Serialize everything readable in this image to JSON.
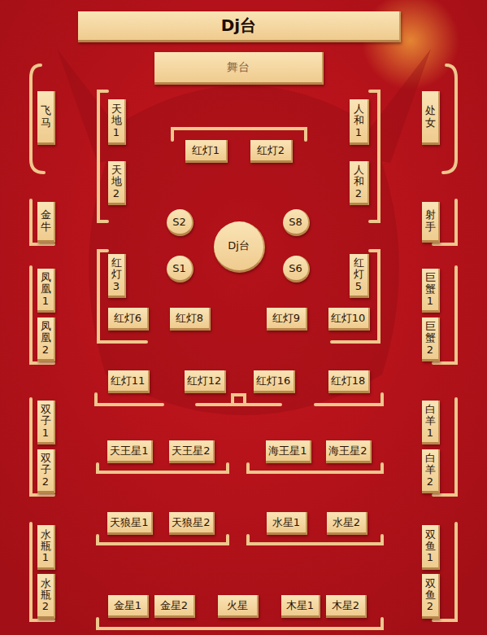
{
  "diagram": {
    "nodes": [
      {
        "text": [
          "Dj台"
        ]
      },
      {
        "text": [
          "舞台"
        ]
      },
      {
        "text": [
          "飞马"
        ]
      },
      {
        "text": [
          "天地1"
        ]
      },
      {
        "text": [
          "人和1"
        ]
      },
      {
        "text": [
          "处女"
        ]
      },
      {
        "text": [
          "红灯1"
        ]
      },
      {
        "text": [
          "红灯2"
        ]
      },
      {
        "text": [
          "天地2"
        ]
      },
      {
        "text": [
          "人和2"
        ]
      },
      {
        "text": [
          "金牛"
        ]
      },
      {
        "text": [
          "S2"
        ]
      },
      {
        "text": [
          "S8"
        ]
      },
      {
        "text": [
          "射手"
        ]
      },
      {
        "text": [
          "Dj台"
        ]
      },
      {
        "text": [
          "红灯3"
        ]
      },
      {
        "text": [
          "S1"
        ]
      },
      {
        "text": [
          "S6"
        ]
      },
      {
        "text": [
          "红灯5"
        ]
      },
      {
        "text": [
          "凤凰1"
        ]
      },
      {
        "text": [
          "巨蟹1"
        ]
      },
      {
        "text": [
          "红灯6"
        ]
      },
      {
        "text": [
          "红灯8"
        ]
      },
      {
        "text": [
          "红灯9"
        ]
      },
      {
        "text": [
          "红灯10"
        ]
      },
      {
        "text": [
          "凤凰2"
        ]
      },
      {
        "text": [
          "巨蟹2"
        ]
      },
      {
        "text": [
          "红灯11"
        ]
      },
      {
        "text": [
          "红灯12"
        ]
      },
      {
        "text": [
          "红灯16"
        ]
      },
      {
        "text": [
          "红灯18"
        ]
      },
      {
        "text": [
          "双子1"
        ]
      },
      {
        "text": [
          "白羊1"
        ]
      },
      {
        "text": [
          "天王星1"
        ]
      },
      {
        "text": [
          "天王星2"
        ]
      },
      {
        "text": [
          "海王星1"
        ]
      },
      {
        "text": [
          "海王星2"
        ]
      },
      {
        "text": [
          "双子2"
        ]
      },
      {
        "text": [
          "白羊2"
        ]
      },
      {
        "text": [
          "天狼星1"
        ]
      },
      {
        "text": [
          "天狼星2"
        ]
      },
      {
        "text": [
          "水星1"
        ]
      },
      {
        "text": [
          "水星2"
        ]
      },
      {
        "text": [
          "水瓶1"
        ]
      },
      {
        "text": [
          "双鱼1"
        ]
      },
      {
        "text": [
          "水瓶2"
        ]
      },
      {
        "text": [
          "双鱼2"
        ]
      },
      {
        "text": [
          "金星1"
        ]
      },
      {
        "text": [
          "金星2"
        ]
      },
      {
        "text": [
          "火星"
        ]
      },
      {
        "text": [
          "木星1"
        ]
      },
      {
        "text": [
          "木星2"
        ]
      }
    ]
  }
}
